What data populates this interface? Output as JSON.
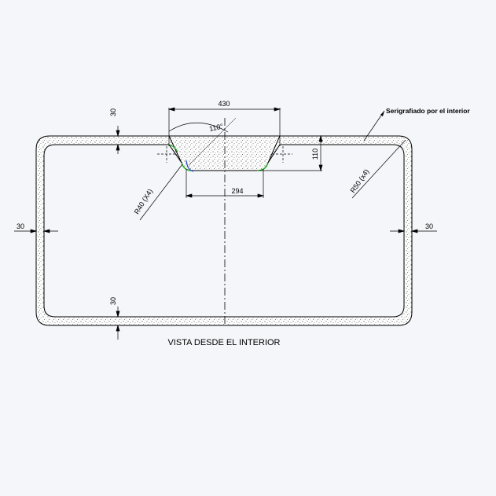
{
  "dimensions": {
    "top_thickness": "30",
    "left_thickness": "30",
    "right_thickness": "30",
    "bottom_thickness": "30",
    "top_width": "430",
    "bottom_width": "294",
    "depth": "110",
    "angle": "110°",
    "inner_radius": "R40 (X4)",
    "outer_radius": "R50 (x4)"
  },
  "annotations": {
    "screenprint_note": "Serigrafiado por el interior",
    "view_title": "VISTA DESDE EL INTERIOR"
  },
  "colors": {
    "line": "#000000",
    "fill_speckle": "#cfcfcf",
    "fillet_highlight": "#22aa22",
    "angle_highlight": "#2244cc",
    "background": "#f5f6f9"
  }
}
